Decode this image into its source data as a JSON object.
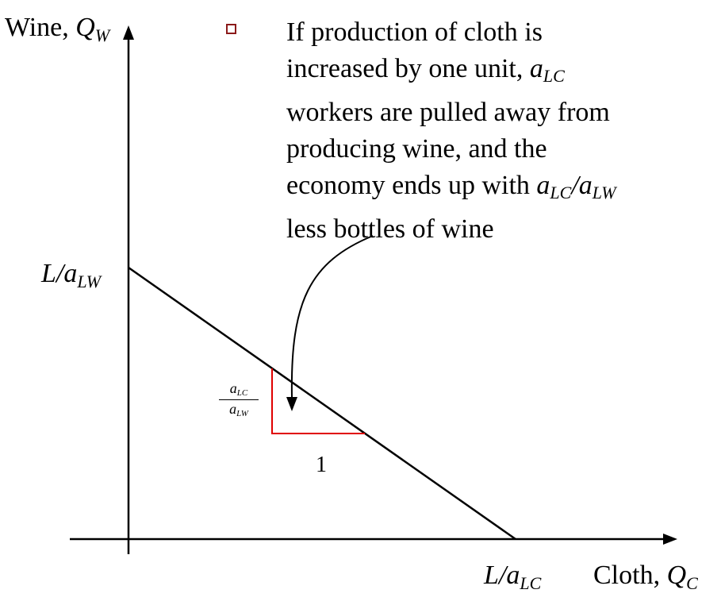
{
  "axes": {
    "y_label": {
      "text": "Wine, ",
      "var": "Q",
      "sub": "W"
    },
    "x_label": {
      "text": "Cloth, ",
      "var": "Q",
      "sub": "C"
    },
    "y_intercept": {
      "text": "L/a",
      "sub": "LW"
    },
    "x_intercept": {
      "text": "L/a",
      "sub": "LC"
    }
  },
  "note": {
    "line1": "If production of cloth is",
    "line2_pre": "increased by one unit, ",
    "line2_var": "a",
    "line2_sub": "LC",
    "line3": "workers are pulled away from",
    "line4": "producing wine, and the",
    "line5_pre": "economy ends up with ",
    "line5_var1": "a",
    "line5_sub1": "LC",
    "line5_sep": "/",
    "line5_var2": "a",
    "line5_sub2": "LW",
    "line6": "less bottles of wine"
  },
  "slope": {
    "num_var": "a",
    "num_sub": "LC",
    "den_var": "a",
    "den_sub": "LW",
    "run": "1"
  },
  "colors": {
    "line": "#000000",
    "triangle": "#e00000",
    "bullet": "#8b1a1a"
  }
}
